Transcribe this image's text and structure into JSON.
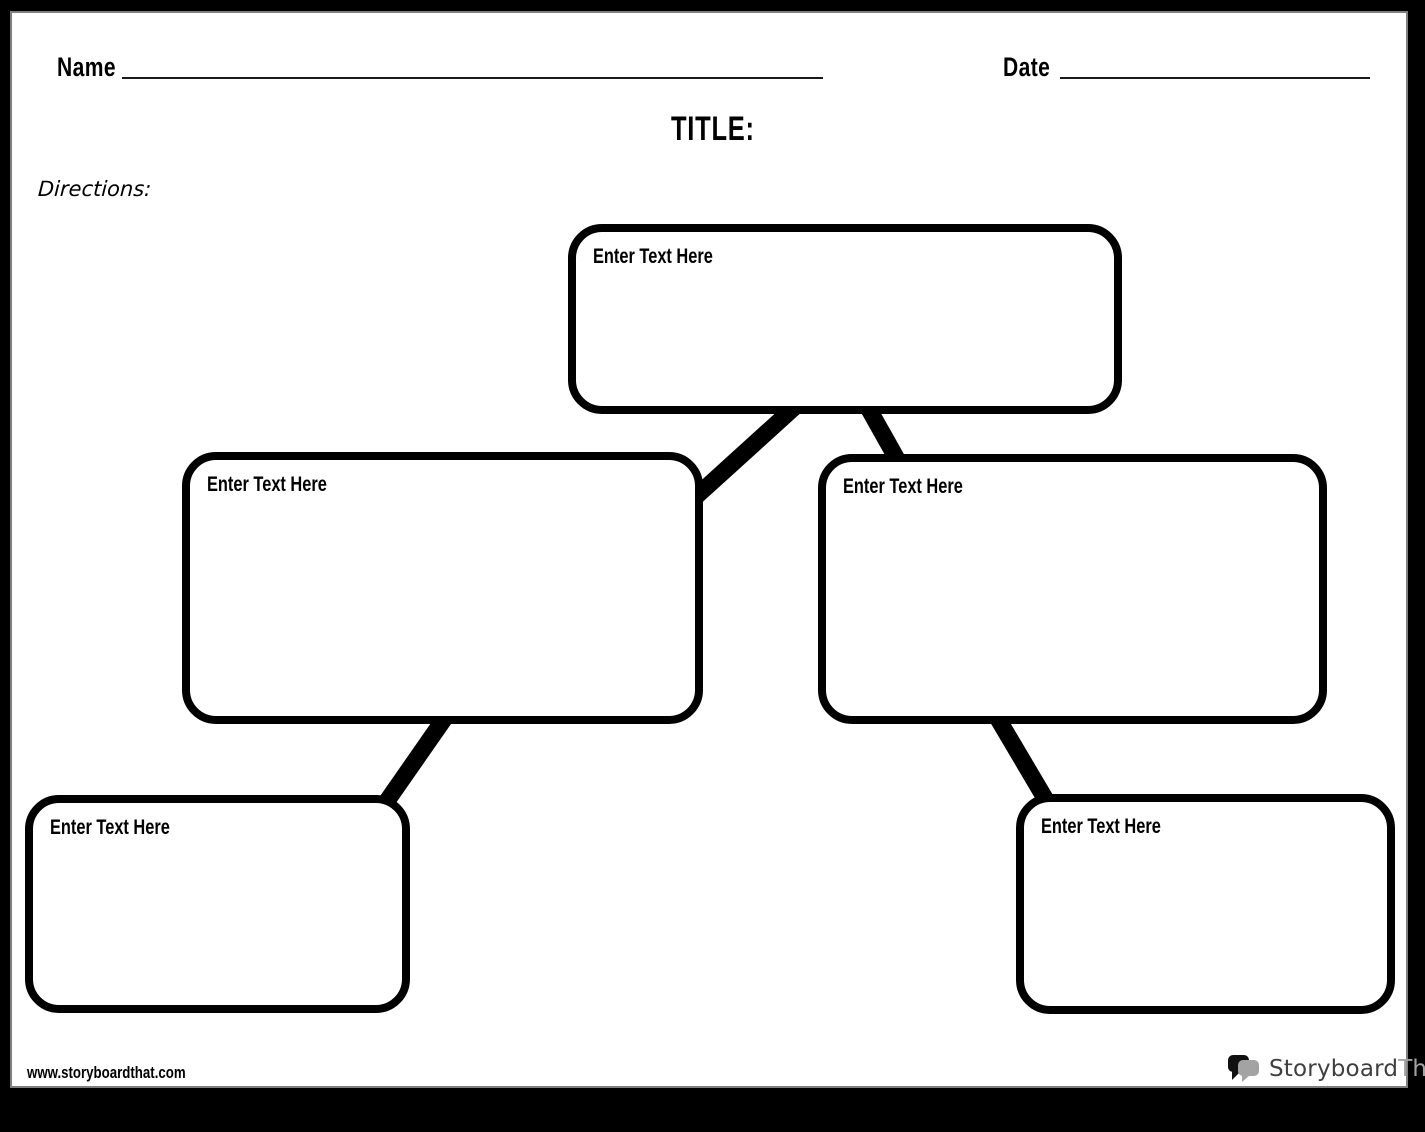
{
  "page": {
    "name_label": "Name",
    "date_label": "Date",
    "title_label": "TITLE:",
    "directions_label": "Directions:",
    "footer_url": "www.storyboardthat.com"
  },
  "nodes": [
    {
      "id": "root",
      "label": "Enter Text Here"
    },
    {
      "id": "left-child",
      "label": "Enter Text Here"
    },
    {
      "id": "right-child",
      "label": "Enter Text Here"
    },
    {
      "id": "left-leaf",
      "label": "Enter Text Here"
    },
    {
      "id": "right-leaf",
      "label": "Enter Text Here"
    }
  ],
  "logo": {
    "part1": "Storyboard",
    "part2": "That",
    "part1_color": "#3f3f3f",
    "part2_color": "#a3a3a3",
    "bubble_front_color": "#a3a3a3",
    "bubble_back_color": "#111111"
  },
  "colors": {
    "frame": "#000000",
    "page_bg": "#ffffff",
    "page_edge": "#7f7f7f",
    "node_border": "#000000",
    "connector": "#000000",
    "text": "#000000",
    "write_line": "#1a1a1a"
  }
}
